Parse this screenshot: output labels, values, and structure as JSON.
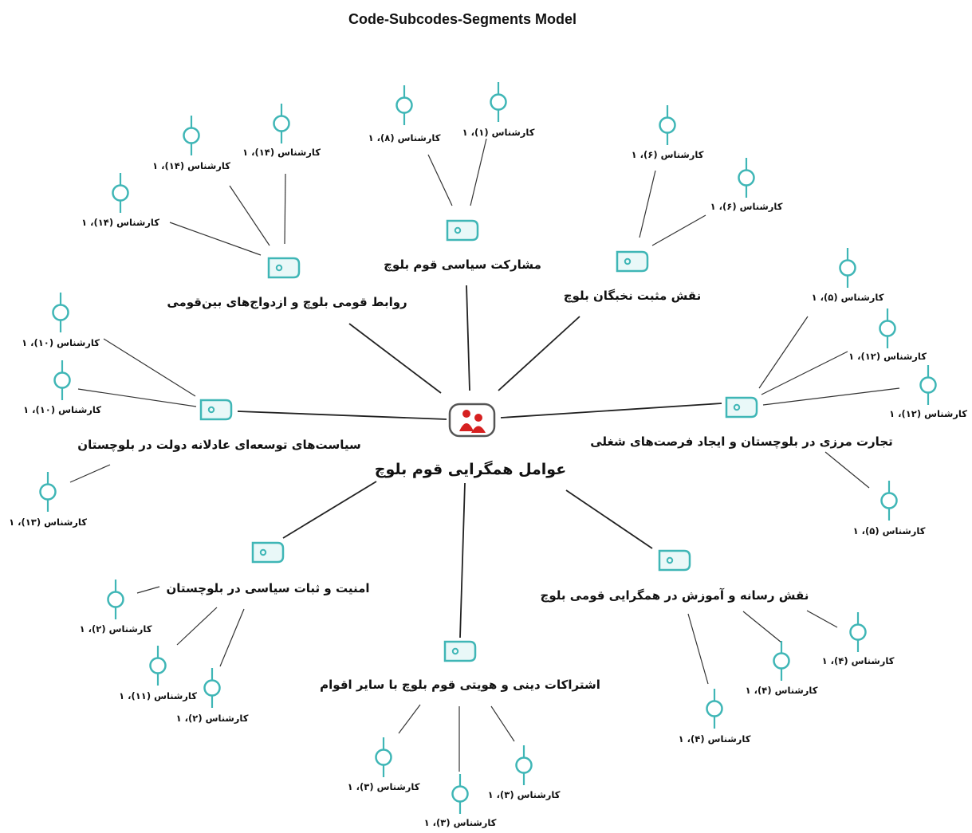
{
  "title": "Code-Subcodes-Segments Model",
  "center": {
    "label": "عوامل همگرایی قوم بلوچ",
    "icon": "person-group-icon",
    "color": "#d62020"
  },
  "colors": {
    "accent": "#3fb6b6",
    "lines": "#333333"
  },
  "codes": [
    {
      "label": "مشارکت سیاسی قوم بلوچ",
      "segments": [
        "کارشناس (۱)، ۱",
        "کارشناس (۸)، ۱"
      ]
    },
    {
      "label": "نقش مثبت نخبگان بلوچ",
      "segments": [
        "کارشناس (۶)، ۱",
        "کارشناس (۶)، ۱"
      ]
    },
    {
      "label": "روابط قومی بلوچ و ازدواج‌های بین‌قومی",
      "segments": [
        "کارشناس (۱۴)، ۱",
        "کارشناس (۱۴)، ۱",
        "کارشناس (۱۴)، ۱"
      ]
    },
    {
      "label": "تجارت مرزی در بلوچستان و ایجاد فرصت‌های شغلی",
      "segments": [
        "کارشناس (۵)، ۱",
        "کارشناس (۱۲)، ۱",
        "کارشناس (۱۲)، ۱",
        "کارشناس (۵)، ۱"
      ]
    },
    {
      "label": "سیاست‌های توسعه‌ای عادلانه دولت در بلوچستان",
      "segments": [
        "کارشناس (۱۰)، ۱",
        "کارشناس (۱۰)، ۱",
        "کارشناس (۱۳)، ۱"
      ]
    },
    {
      "label": "امنیت و ثبات سیاسی در بلوچستان",
      "segments": [
        "کارشناس (۲)، ۱",
        "کارشناس (۱۱)، ۱",
        "کارشناس (۲)، ۱"
      ]
    },
    {
      "label": "اشتراکات دینی و هویتی قوم بلوچ با سایر اقوام",
      "segments": [
        "کارشناس (۳)، ۱",
        "کارشناس (۳)، ۱",
        "کارشناس (۳)، ۱"
      ]
    },
    {
      "label": "نقش رسانه و آموزش در همگرایی قومی بلوچ",
      "segments": [
        "کارشناس (۴)، ۱",
        "کارشناس (۴)، ۱",
        "کارشناس (۴)، ۱"
      ]
    }
  ]
}
